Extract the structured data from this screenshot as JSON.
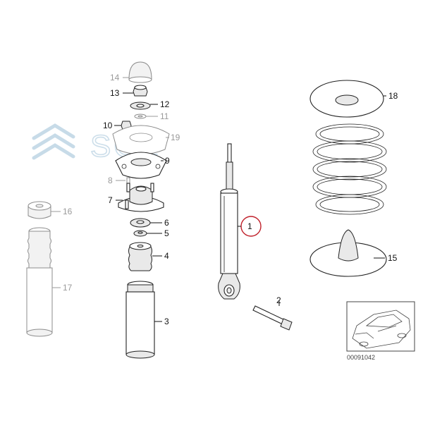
{
  "watermark": {
    "text": "SGL"
  },
  "labels": {
    "l1": "1",
    "l2": "2",
    "l3": "3",
    "l4": "4",
    "l5": "5",
    "l6": "6",
    "l7": "7",
    "l8": "8",
    "l9": "9",
    "l10": "10",
    "l11": "11",
    "l12": "12",
    "l13": "13",
    "l14": "14",
    "l15": "15",
    "l16": "16",
    "l17": "17",
    "l18": "18",
    "l19": "19"
  },
  "reference_code": "00091042",
  "highlighted_part": "1",
  "colors": {
    "highlight": "#c0202a",
    "watermark": "#c7dbe8",
    "obsolete_grey": "#9a9a9a"
  }
}
